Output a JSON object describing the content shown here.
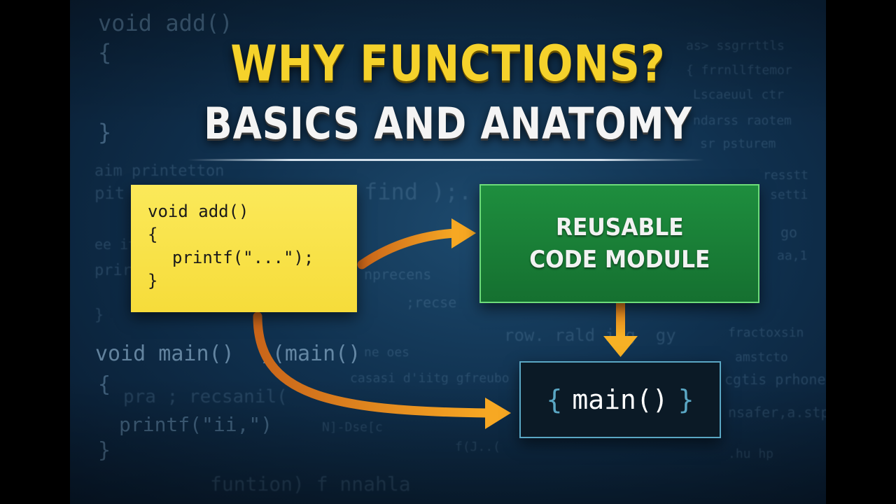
{
  "header": {
    "title": "WHY FUNCTIONS?",
    "subtitle": "BASICS AND ANATOMY"
  },
  "code_note": {
    "lines": [
      "void add()",
      "{",
      "printf(\"...\");",
      "}"
    ]
  },
  "module_box": {
    "line1": "REUSABLE",
    "line2": "CODE MODULE"
  },
  "main_box": {
    "open_brace": "{",
    "text": "main()",
    "close_brace": "}"
  },
  "colors": {
    "title": "#f5d22b",
    "note": "#f6dc3a",
    "module": "#1e8e3e",
    "arrow": "#f39a1e",
    "main_border": "#5aa7c4"
  }
}
